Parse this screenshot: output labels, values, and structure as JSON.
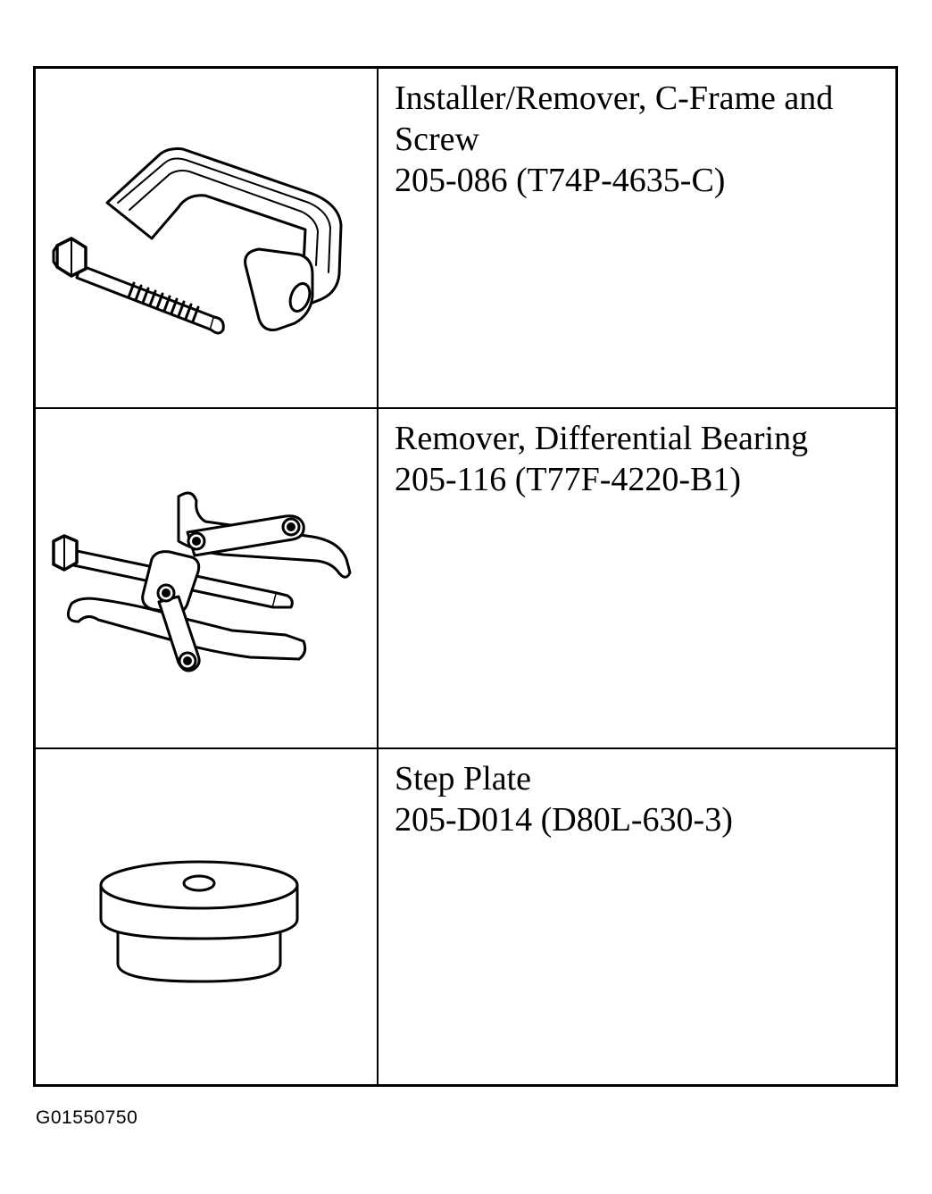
{
  "tools": [
    {
      "name": "Installer/Remover, C-Frame and Screw",
      "part_number": "205-086 (T74P-4635-C)",
      "icon": "c-frame-clamp-icon"
    },
    {
      "name": "Remover, Differential Bearing",
      "part_number": "205-116 (T77F-4220-B1)",
      "icon": "bearing-puller-icon"
    },
    {
      "name": "Step Plate",
      "part_number": "205-D014 (D80L-630-3)",
      "icon": "step-plate-icon"
    }
  ],
  "figure_id": "G01550750"
}
